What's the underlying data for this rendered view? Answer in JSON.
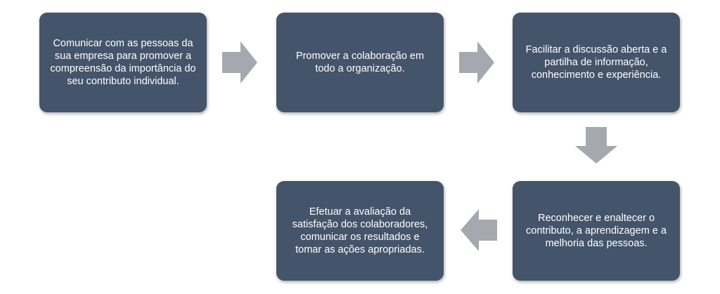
{
  "colors": {
    "box_fill": "#44546a",
    "box_text": "#ffffff",
    "arrow_fill": "#a5a8ae"
  },
  "steps": [
    {
      "text": "Comunicar com as pessoas da sua empresa para promover a compreensão da importância do seu contributo individual."
    },
    {
      "text": "Promover a colaboração em todo a organização."
    },
    {
      "text": "Facilitar a discussão aberta e a partilha de informação, conhecimento e experiência."
    },
    {
      "text": "Reconhecer e enaltecer o contributo, a aprendizagem e a melhoria das pessoas."
    },
    {
      "text": "Efetuar a avaliação da satisfação dos colaboradores, comunicar os resultados e tomar as ações apropriadas."
    }
  ]
}
